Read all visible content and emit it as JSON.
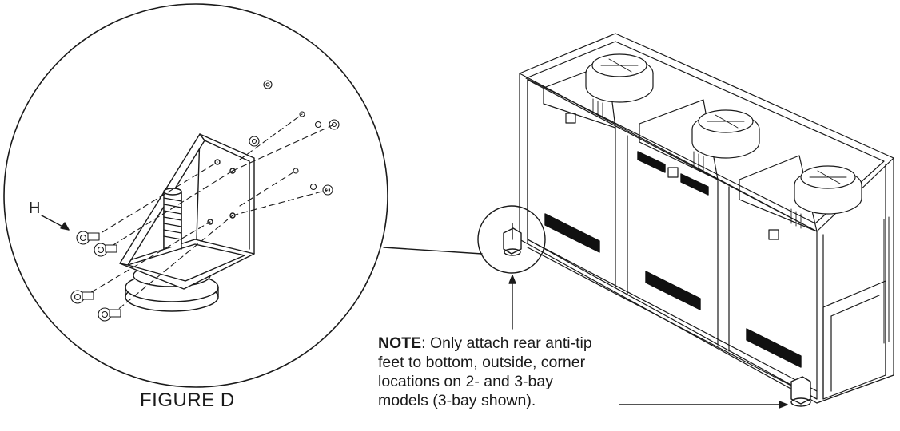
{
  "figure": {
    "caption": "FIGURE D",
    "callout_letter": "H"
  },
  "note": {
    "label": "NOTE",
    "separator": ":",
    "lines": [
      " Only attach rear anti-tip",
      "feet to bottom, outside, corner",
      "locations on 2- and 3-bay",
      "models (3-bay shown)."
    ]
  },
  "colors": {
    "line": "#1a1a1a",
    "panel_grille": "#111111",
    "background": "#ffffff"
  }
}
